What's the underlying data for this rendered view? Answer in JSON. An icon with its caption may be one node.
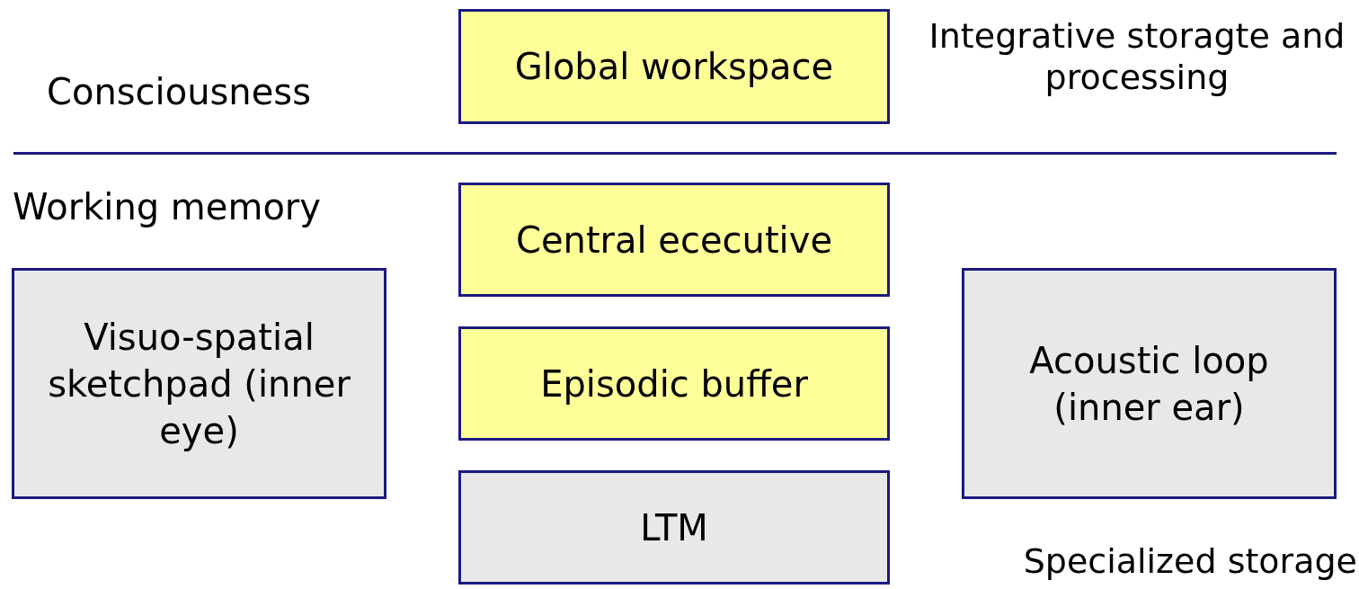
{
  "diagram": {
    "nodes": [
      {
        "text": [
          "Global workspace"
        ]
      },
      {
        "text": [
          "Central ececutive"
        ]
      },
      {
        "text": [
          "Episodic buffer"
        ]
      },
      {
        "text": [
          "LTM"
        ]
      },
      {
        "text": [
          "Visuo-spatial sketchpad (inner eye)"
        ]
      },
      {
        "text": [
          "Acoustic loop (inner ear)"
        ]
      }
    ],
    "labels": [
      "Consciousness",
      "Integrative storagte and processing",
      "Working memory",
      "Specialized storage"
    ]
  }
}
